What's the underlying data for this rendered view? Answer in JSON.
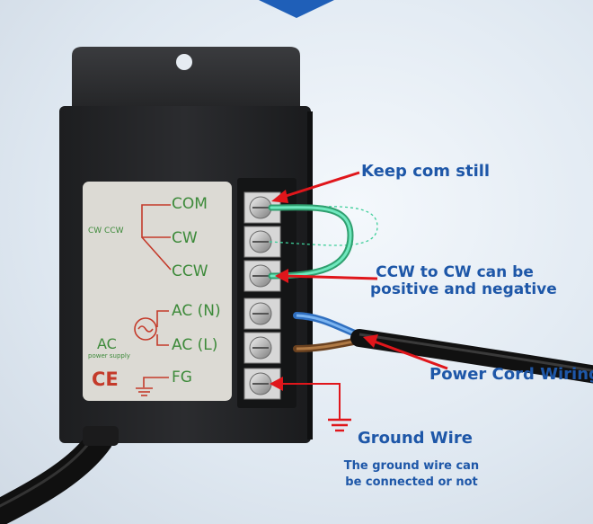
{
  "panel": {
    "com": "COM",
    "cw": "CW",
    "ccw": "CCW",
    "cw_ccw": "CW CCW",
    "ac_n": "AC (N)",
    "ac_l": "AC (L)",
    "ac": "AC",
    "power_supply": "power supply",
    "fg": "FG",
    "ce": "CE"
  },
  "callouts": {
    "keep_com": "Keep com still",
    "ccw_line1": "CCW to CW can be",
    "ccw_line2": "positive and negative",
    "power_cord": "Power Cord Wiring",
    "ground_wire": "Ground Wire",
    "note_line1": "The ground wire can",
    "note_line2": "be connected or not"
  },
  "colors": {
    "accent_blue": "#1e57a8",
    "arrow_red": "#e0161b",
    "label_green": "#3d8a3a",
    "wire_green": "#3fcf9a",
    "wire_blue": "#3f86d6",
    "wire_brown": "#8a5a2e"
  }
}
